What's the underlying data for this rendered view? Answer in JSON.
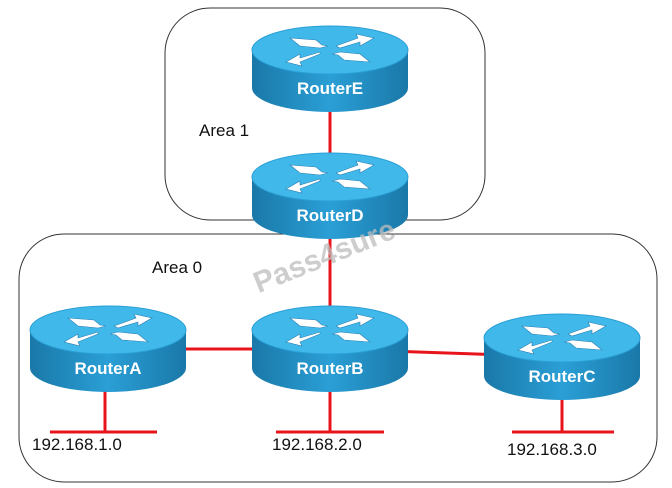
{
  "areas": [
    {
      "id": "area1",
      "label": "Area 1"
    },
    {
      "id": "area0",
      "label": "Area 0"
    }
  ],
  "routers": [
    {
      "id": "E",
      "label": "RouterE",
      "icon": "router-icon"
    },
    {
      "id": "D",
      "label": "RouterD",
      "icon": "router-icon"
    },
    {
      "id": "A",
      "label": "RouterA",
      "icon": "router-icon"
    },
    {
      "id": "B",
      "label": "RouterB",
      "icon": "router-icon"
    },
    {
      "id": "C",
      "label": "RouterC",
      "icon": "router-icon"
    }
  ],
  "links": [
    {
      "from": "E",
      "to": "D"
    },
    {
      "from": "D",
      "to": "B"
    },
    {
      "from": "A",
      "to": "B"
    },
    {
      "from": "B",
      "to": "C"
    }
  ],
  "networks": [
    {
      "router": "A",
      "label": "192.168.1.0"
    },
    {
      "router": "B",
      "label": "192.168.2.0"
    },
    {
      "router": "C",
      "label": "192.168.3.0"
    }
  ],
  "watermark": "Pass4sure",
  "colors": {
    "link": "#e8141b",
    "router_top": "#3fb6e8",
    "router_side": "#1e86b8",
    "area_border": "#333333"
  }
}
